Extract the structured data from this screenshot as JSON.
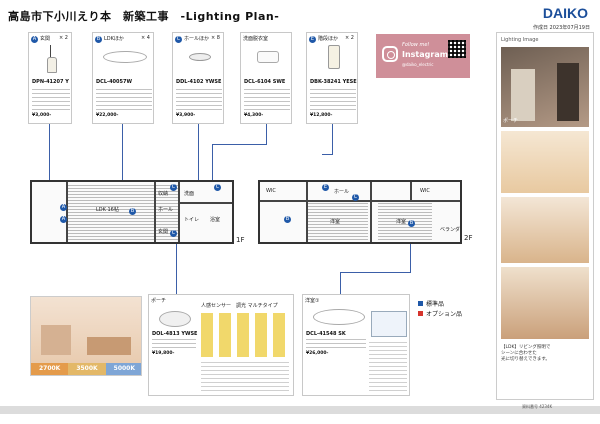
{
  "header": {
    "title": "高島市下小川えり本　新築工事　-Lighting Plan-",
    "brand": "DAIKO",
    "date": "作成日 2023年07月19日"
  },
  "cards_top": [
    {
      "letter": "A",
      "label": "玄関",
      "count": "× 2",
      "model": "DPN-41207 Y",
      "price": "¥3,000-"
    },
    {
      "letter": "B",
      "label": "LDKほか",
      "count": "× 4",
      "model": "DCL-40057W",
      "price": "¥22,000-"
    },
    {
      "letter": "C",
      "label": "ホールほか",
      "count": "× 8",
      "model": "DDL-4102 YWSE",
      "price": "¥3,900-"
    },
    {
      "letter": "",
      "label": "洗面脱衣室",
      "count": "",
      "model": "DCL-6104 SWE",
      "price": "¥4,300-"
    },
    {
      "letter": "E",
      "label": "階段ほか",
      "count": "× 2",
      "model": "DBK-38241 YESE",
      "price": "¥12,800-"
    }
  ],
  "sns": {
    "follow": "Follow me!",
    "name": "Instagram",
    "handle": "@daiko_electric"
  },
  "plan1": {
    "floor": "1F",
    "rooms": [
      "LDK 16帖",
      "収納",
      "洗面",
      "浴室",
      "トイレ",
      "ホール",
      "玄関"
    ]
  },
  "plan2": {
    "floor": "2F",
    "rooms": [
      "WIC",
      "ホール",
      "WIC",
      "洋室",
      "洋室",
      "ベランダ"
    ]
  },
  "bottom_left": {
    "temps": [
      "2700K",
      "3500K",
      "5000K"
    ]
  },
  "cards_bottom": [
    {
      "label": "ポーチ",
      "heading": "人感センサー　調光 マルチタイプ",
      "model": "DOL-4813 YWSE",
      "price": "¥19,800-"
    },
    {
      "label": "洋室①",
      "heading": "",
      "model": "DCL-41548 SK",
      "price": "¥26,000-"
    }
  ],
  "legend": {
    "items": [
      "標準品",
      "オプション品"
    ],
    "colors": [
      "#1f58a8",
      "#d6342d"
    ]
  },
  "right_panel": {
    "title": "Lighting Image",
    "caption1": "ポーチ",
    "caption2": "【LDK】リビング照明で\nシーンに合わせた\n光に切り替えできます。"
  },
  "footer": {
    "note": "資料番号 4234K"
  }
}
